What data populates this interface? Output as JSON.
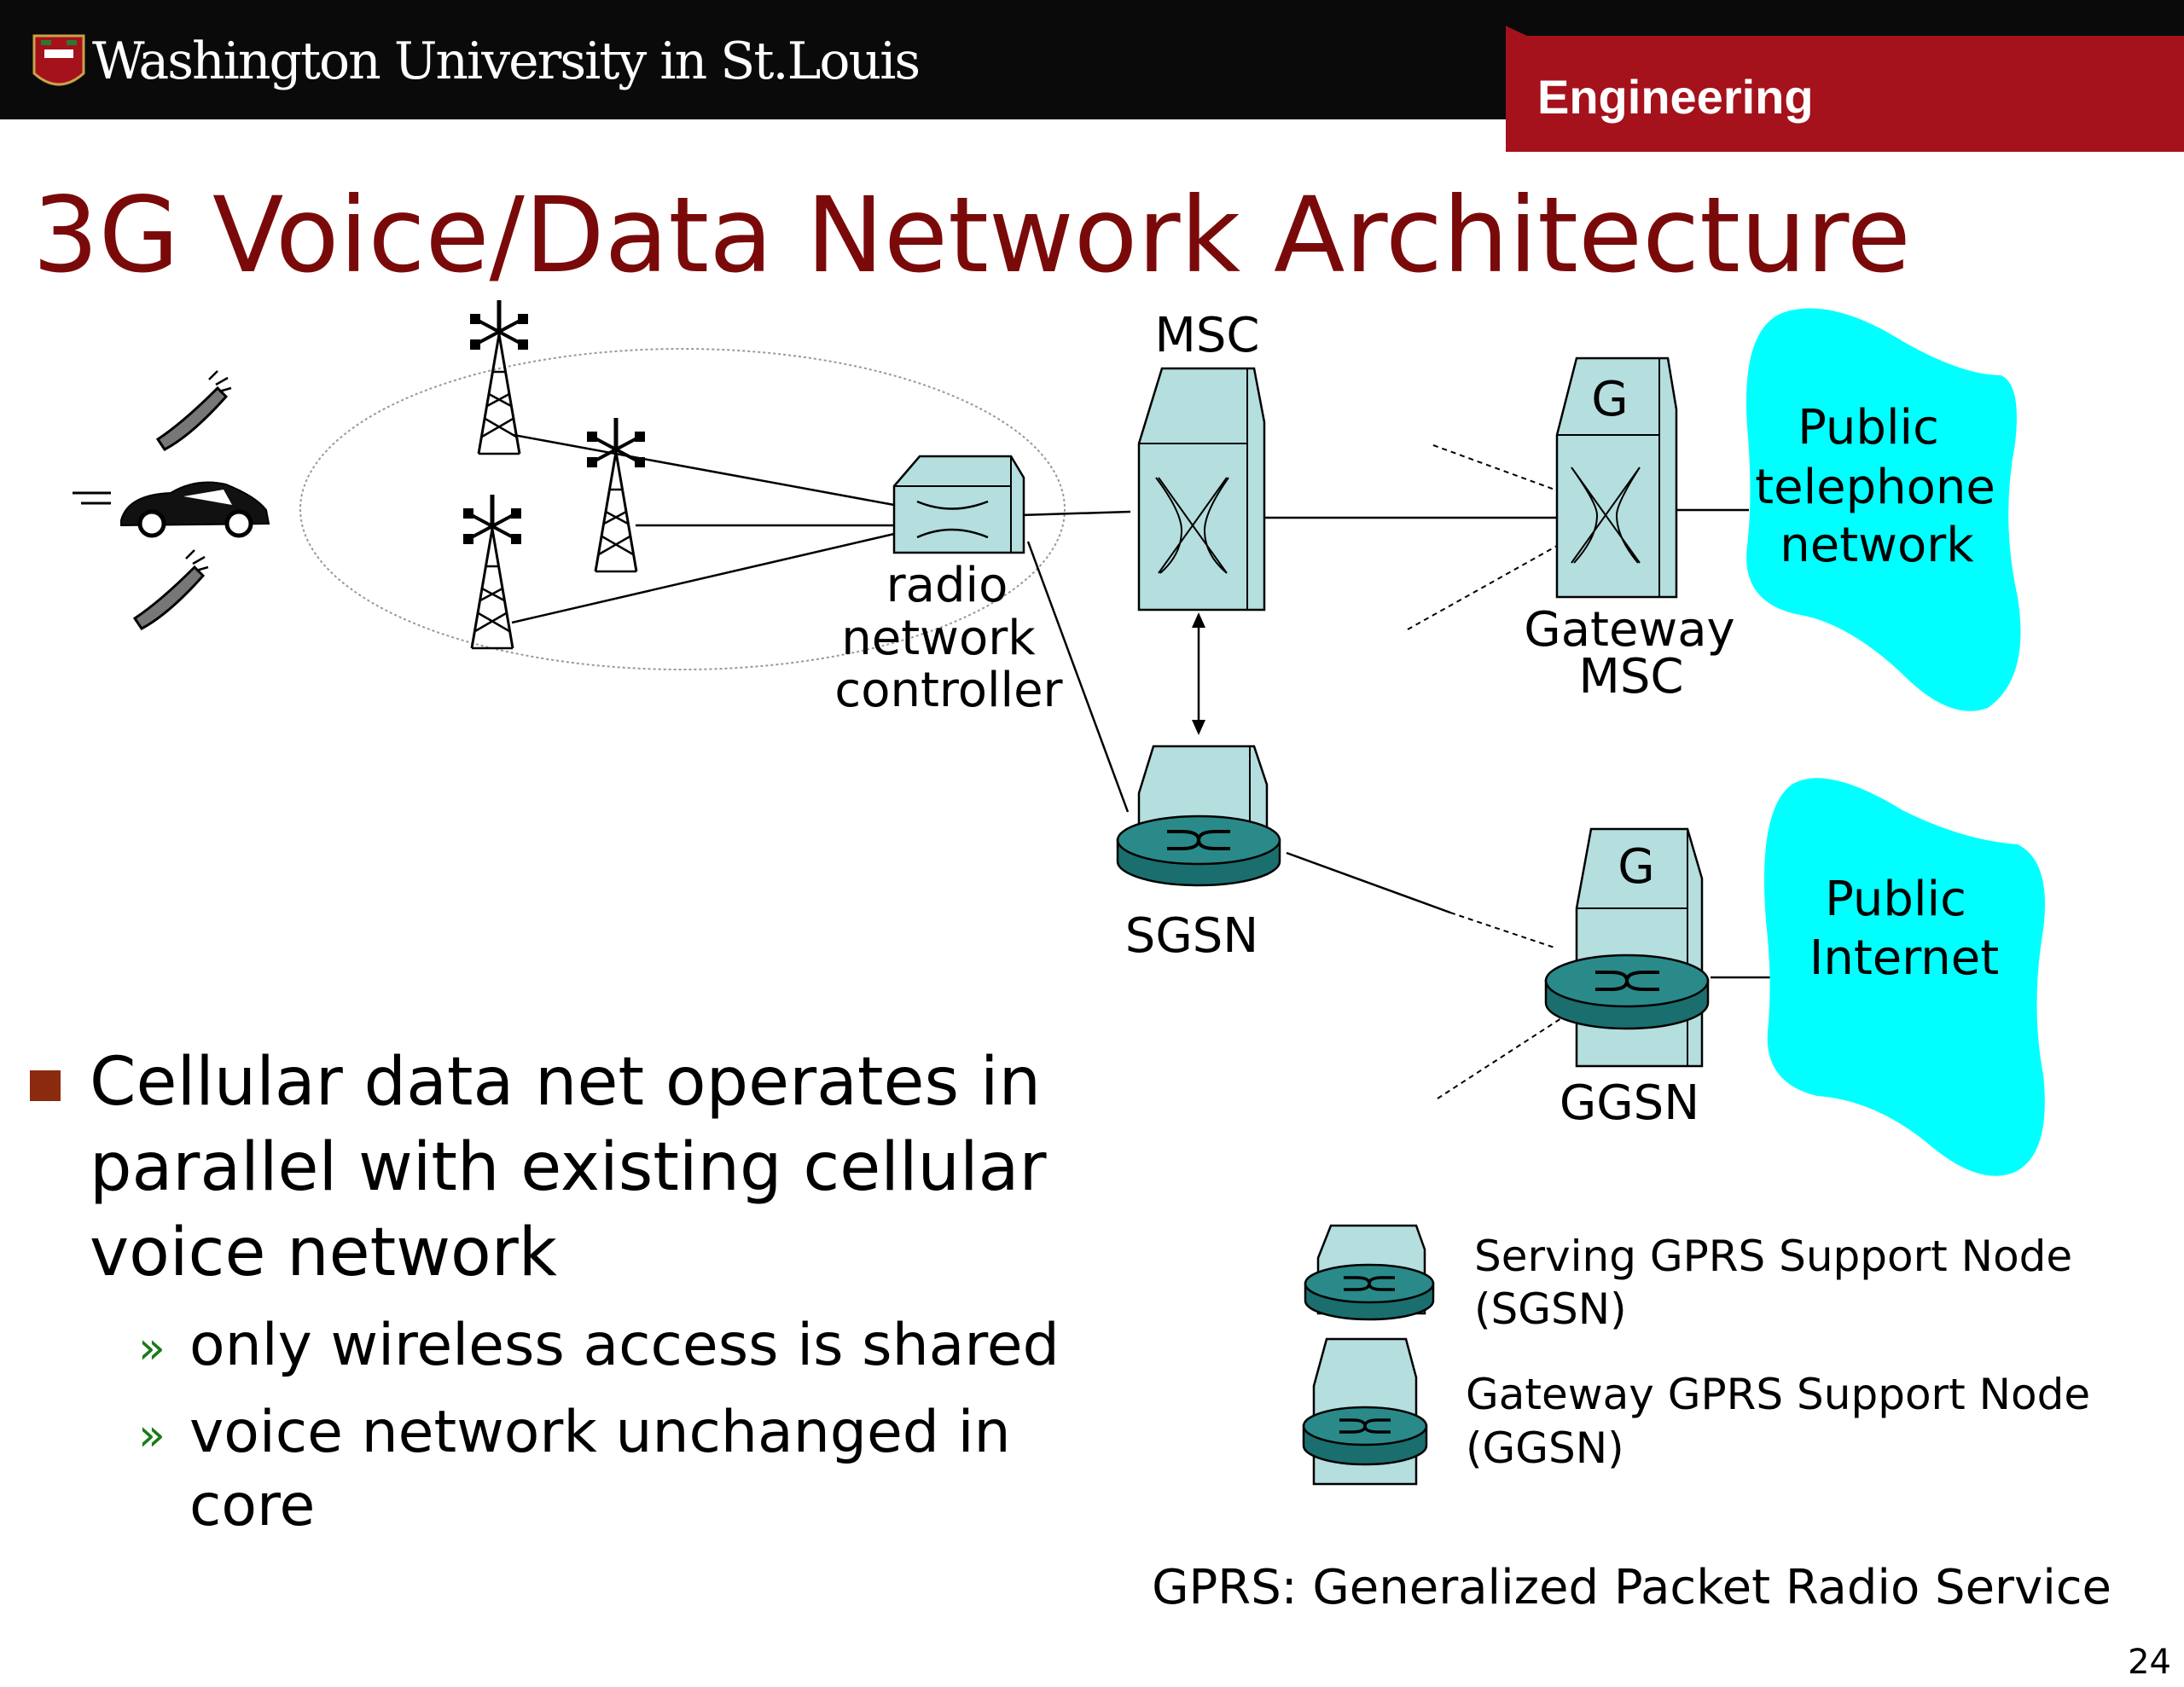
{
  "header": {
    "university": "Washington University in St.Louis",
    "school": "Engineering"
  },
  "title": "3G Voice/Data Network Architecture",
  "diagram": {
    "msc": "MSC",
    "g_label": "G",
    "gateway_msc_line1": "Gateway",
    "gateway_msc_line2": "MSC",
    "rnc_line1": "radio",
    "rnc_line2": "network",
    "rnc_line3": "controller",
    "sgsn": "SGSN",
    "ggsn": "GGSN",
    "pstn_line1": "Public",
    "pstn_line2": "telephone",
    "pstn_line3": "network",
    "internet_line1": "Public",
    "internet_line2": "Internet"
  },
  "legend": {
    "sgsn_line1": "Serving GPRS Support Node",
    "sgsn_line2": "(SGSN)",
    "ggsn_line1": "Gateway GPRS Support Node",
    "ggsn_line2": "(GGSN)"
  },
  "bullets": {
    "main_line1": "Cellular data net operates in",
    "main_line2": "parallel with existing cellular",
    "main_line3": "voice network",
    "sub1": "only wireless access is shared",
    "sub2_line1": "voice network unchanged in",
    "sub2_line2": "core",
    "sub_marker": "»"
  },
  "footnote": "GPRS: Generalized Packet Radio Service",
  "page_number": "24",
  "colors": {
    "header_bg": "#0a0a0a",
    "engineering_red": "#a5121c",
    "title": "#7a0a0a",
    "switch_fill": "#b5dede",
    "router_fill": "#2a8a8a",
    "cloud": "#00ffff",
    "bullet": "#8b2a0e",
    "sub_marker": "#1a7a1a"
  }
}
